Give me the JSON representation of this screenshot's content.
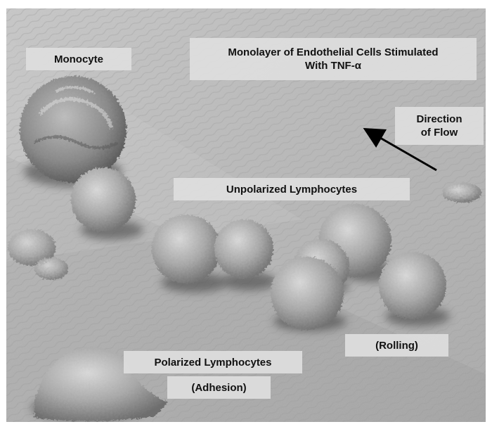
{
  "labels": {
    "monocyte": "Monocyte",
    "monolayer_line1": "Monolayer of Endothelial Cells Stimulated",
    "monolayer_line2": "With TNF-α",
    "direction_line1": "Direction",
    "direction_line2": "of Flow",
    "unpolarized": "Unpolarized Lymphocytes",
    "rolling": "(Rolling)",
    "polarized": "Polarized Lymphocytes",
    "adhesion": "(Adhesion)"
  },
  "colors": {
    "surface": "#b4b4b4",
    "cell": "#9a9a9a",
    "label_bg": "#dedede",
    "arrow": "#000000"
  }
}
